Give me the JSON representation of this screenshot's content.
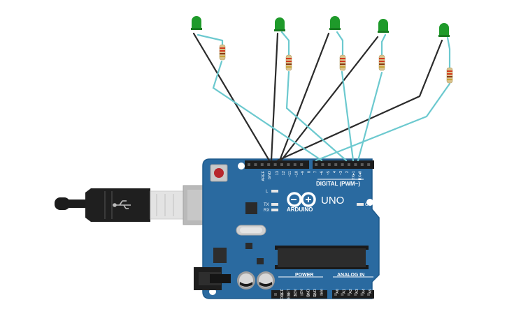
{
  "board": {
    "brand": "ARDUINO",
    "model": "UNO",
    "digital_label": "DIGITAL (PWM~)",
    "power_label": "POWER",
    "analog_label": "ANALOG IN",
    "led_l": "L",
    "led_tx": "TX",
    "led_rx": "RX",
    "led_on": "ON",
    "top_pins": [
      "AREF",
      "GND",
      "13",
      "12",
      "~11",
      "~10",
      "~9",
      "8",
      "7",
      "~6",
      "~5",
      "4",
      "~3",
      "2",
      "TX▸1",
      "RX◂0"
    ],
    "power_pins": [
      "IOREF",
      "RESET",
      "3.3V",
      "5V",
      "GND",
      "GND",
      "Vin"
    ],
    "analog_pins": [
      "A0",
      "A1",
      "A2",
      "A3",
      "A4",
      "A5"
    ]
  },
  "colors": {
    "board": "#2a6aa0",
    "led": "#1e9a2a",
    "wire_signal": "#6cc9cf",
    "wire_ground": "#2b2b2b",
    "resistor": "#d9c28c"
  },
  "icons": {
    "usb_cable": "usb-cable-icon",
    "arduino_logo": "arduino-infinity-icon"
  }
}
